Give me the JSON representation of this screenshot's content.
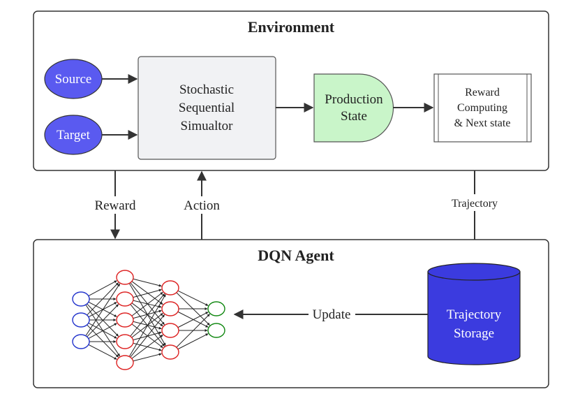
{
  "environment": {
    "title": "Environment",
    "source_label": "Source",
    "target_label": "Target",
    "simulator_label": [
      "Stochastic",
      "Sequential",
      "Simualtor"
    ],
    "production_state_label": [
      "Production",
      "State"
    ],
    "reward_box_label": [
      "Reward",
      "Computing",
      "& Next state"
    ]
  },
  "links": {
    "reward": "Reward",
    "action": "Action",
    "trajectory": "Trajectory",
    "update": "Update"
  },
  "agent": {
    "title": "DQN Agent",
    "storage_label": [
      "Trajectory",
      "Storage"
    ]
  },
  "colors": {
    "blue_node": "#5a5af0",
    "storage_blue": "#3b3bdf",
    "simulator_fill": "#f1f2f4",
    "production_fill": "#c9f5c9",
    "nn_input": "#2233cc",
    "nn_hidden": "#dd2222",
    "nn_output": "#118811"
  }
}
